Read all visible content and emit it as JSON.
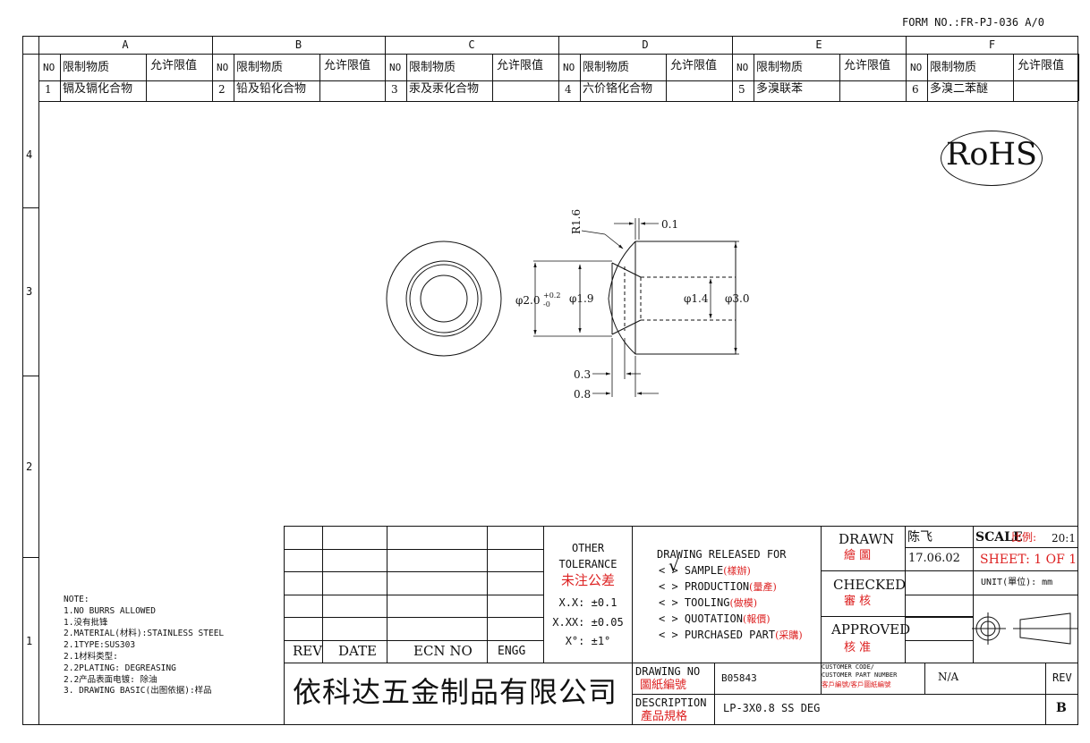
{
  "form_no": "FORM NO.:FR-PJ-036 A/0",
  "zones_top": [
    "A",
    "B",
    "C",
    "D",
    "E",
    "F"
  ],
  "zones_side": [
    "4",
    "3",
    "2",
    "1"
  ],
  "substances": {
    "headers": {
      "no": "NO",
      "name": "限制物质",
      "limit": "允许限值"
    },
    "items": [
      {
        "no": "1",
        "name": "镉及镉化合物",
        "limit": ""
      },
      {
        "no": "2",
        "name": "铅及铅化合物",
        "limit": ""
      },
      {
        "no": "3",
        "name": "汞及汞化合物",
        "limit": ""
      },
      {
        "no": "4",
        "name": "六价铬化合物",
        "limit": ""
      },
      {
        "no": "5",
        "name": "多溴联苯",
        "limit": ""
      },
      {
        "no": "6",
        "name": "多溴二苯醚",
        "limit": ""
      }
    ]
  },
  "rohs": "RoHS",
  "dims": {
    "r": "R1.6",
    "chamfer": "0.1",
    "d_bore": "φ2.0",
    "d_bore_upper": "+0.2",
    "d_bore_lower": "-0",
    "d_flare": "φ1.9",
    "d_inner": "φ1.4",
    "d_outer": "φ3.0",
    "len_a": "0.3",
    "len_b": "0.8"
  },
  "notes": [
    "NOTE:",
    "1.NO BURRS ALLOWED",
    "1.没有批锋",
    "2.MATERIAL(材料):STAINLESS STEEL",
    "2.1TYPE:SUS303",
    "2.1材料类型:",
    "2.2PLATING: DEGREASING",
    "2.2产品表面电镀: 除油",
    "3. DRAWING BASIC(出图依据):样品"
  ],
  "revision_table": {
    "rev": "REV",
    "date": "DATE",
    "ecn": "ECN NO",
    "engg": "ENGG"
  },
  "tolerance": {
    "title1": "OTHER",
    "title2": "TOLERANCE",
    "title_cn": "未注公差",
    "xx": "X.X: ±0.1",
    "xxx": "X.XX: ±0.05",
    "angle": "X°: ±1°"
  },
  "release": {
    "title": "DRAWING RELEASED FOR",
    "check": "√",
    "items": [
      {
        "en": "SAMPLE",
        "cn": "(樣辦)"
      },
      {
        "en": "PRODUCTION",
        "cn": "(量產)"
      },
      {
        "en": "TOOLING",
        "cn": "(做模)"
      },
      {
        "en": "QUOTATION",
        "cn": "(報價)"
      },
      {
        "en": "PURCHASED PART",
        "cn": "(采購)"
      }
    ]
  },
  "approval": {
    "drawn_en": "DRAWN",
    "drawn_cn": "繪 圖",
    "drawn_by": "陈飞",
    "date": "17.06.02",
    "checked_en": "CHECKED",
    "checked_cn": "審 核",
    "approved_en": "APPROVED",
    "approved_cn": "核 准",
    "scale_label": "SCALE",
    "scale_cn": "比例:",
    "scale": "20:1",
    "sheet": "SHEET:  1 OF 1",
    "unit": "UNIT(單位):  mm"
  },
  "company": "依科达五金制品有限公司",
  "drawing_no_label_en": "DRAWING NO",
  "drawing_no_label_cn": "圖紙編號",
  "drawing_no": "B05843",
  "customer_code_1": "CUSTOMER CODE/",
  "customer_code_2": "CUSTOMER PART NUMBER",
  "customer_code_cn": "客戶編號/客戶圖紙編號",
  "customer_code_value": "N/A",
  "rev_label": "REV",
  "rev_value": "B",
  "description_label_en": "DESCRIPTION",
  "description_label_cn": "產品規格",
  "description": "LP-3X0.8 SS DEG"
}
